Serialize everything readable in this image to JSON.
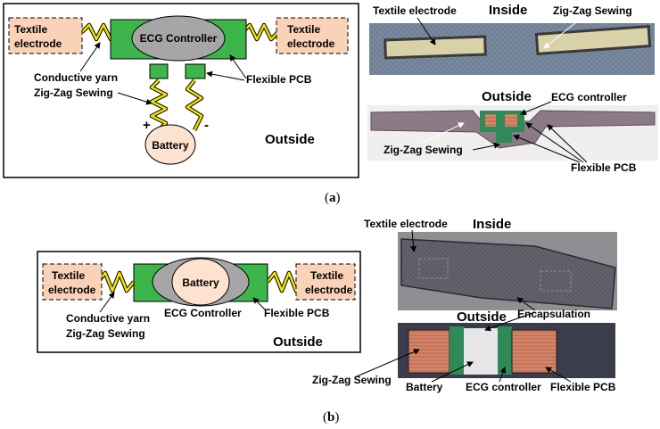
{
  "panel_a": {
    "left_electrode_line1": "Textile",
    "left_electrode_line2": "electrode",
    "right_electrode_line1": "Textile",
    "right_electrode_line2": "electrode",
    "controller": "ECG Controller",
    "yarn_line1": "Conductive yarn",
    "yarn_line2": "Zig-Zag Sewing",
    "flex_pcb": "Flexible PCB",
    "plus": "+",
    "minus": "-",
    "battery": "Battery",
    "side": "Outside",
    "photo_inside_electrode": "Textile electrode",
    "photo_inside_title": "Inside",
    "photo_inside_sewing": "Zig-Zag Sewing",
    "photo_outside_title": "Outside",
    "photo_outside_controller": "ECG controller",
    "photo_outside_sewing": "Zig-Zag Sewing",
    "photo_outside_pcb": "Flexible PCB",
    "caption_open": "(",
    "caption_letter": "a",
    "caption_close": ")"
  },
  "panel_b": {
    "left_electrode_line1": "Textile",
    "left_electrode_line2": "electrode",
    "right_electrode_line1": "Textile",
    "right_electrode_line2": "electrode",
    "battery": "Battery",
    "controller": "ECG Controller",
    "yarn_line1": "Conductive yarn",
    "yarn_line2": "Zig-Zag Sewing",
    "flex_pcb": "Flexible PCB",
    "side": "Outside",
    "photo_inside_electrode": "Textile electrode",
    "photo_inside_title": "Inside",
    "photo_outside_title": "Outside",
    "photo_encapsulation": "Encapsulation",
    "photo_sewing": "Zig-Zag Sewing",
    "photo_battery": "Battery",
    "photo_controller": "ECG controller",
    "photo_pcb": "Flexible PCB",
    "caption_open": "(",
    "caption_letter": "b",
    "caption_close": ")"
  },
  "colors": {
    "electrode_fill": "#f9d2b8",
    "pcb_green": "#3cb54a",
    "controller_gray": "#a6a6a6",
    "battery_fill": "#fde3cf",
    "yarn_yellow": "#f2e600",
    "copper": "#c9745a"
  }
}
